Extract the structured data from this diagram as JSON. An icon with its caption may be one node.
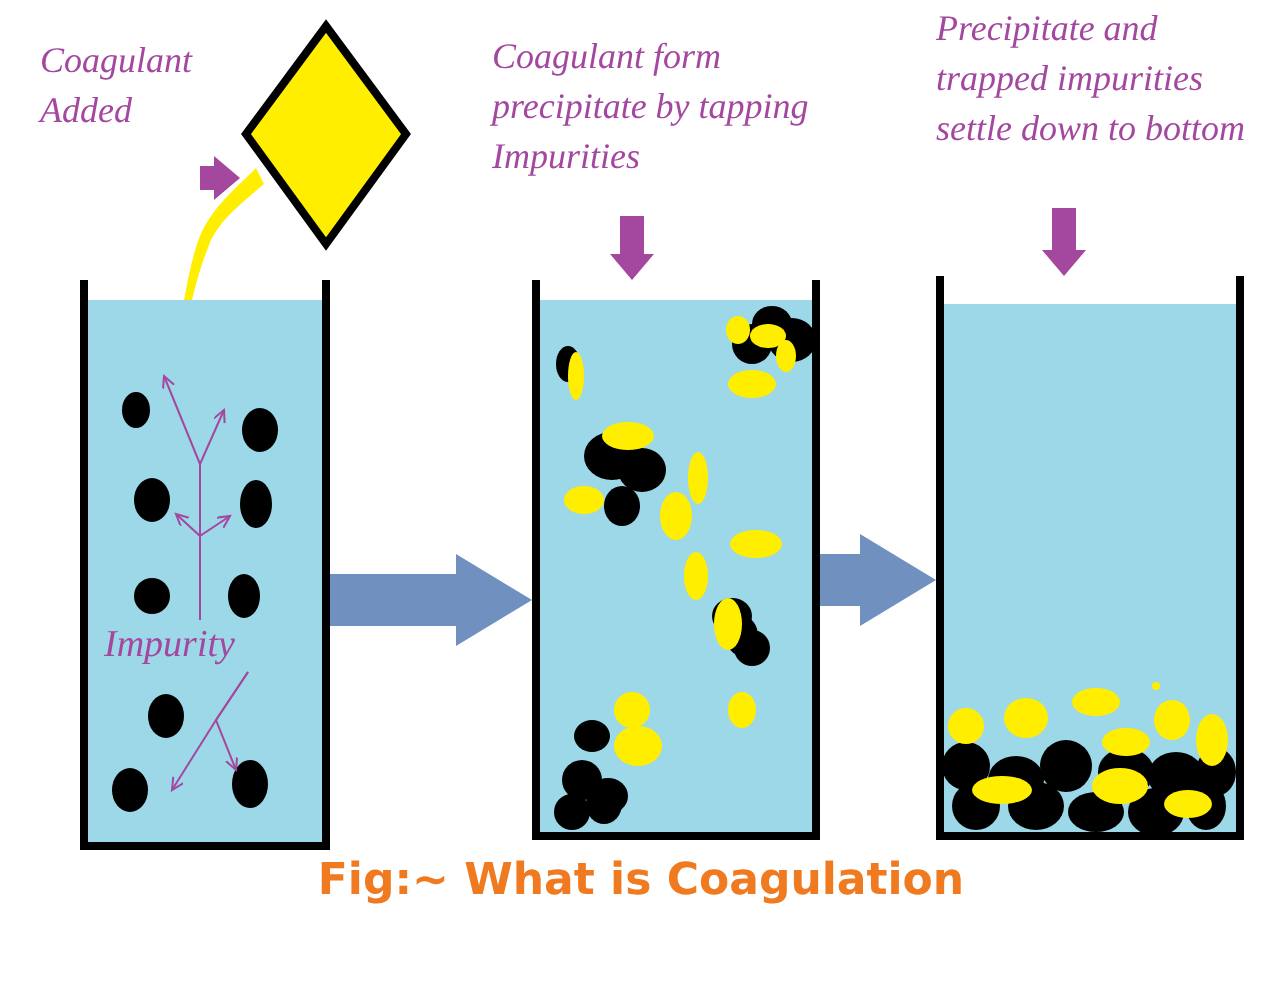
{
  "diagram": {
    "caption": "Fig:~ What is Coagulation",
    "nodes": [
      {
        "text": [
          "Coagulant Added"
        ]
      },
      {
        "text": [],
        "shape": "diamond"
      },
      {
        "text": [],
        "shape": "picture"
      },
      {
        "text": [
          "Impurity"
        ],
        "in": 2
      },
      {
        "text": [
          "Coagulant form precipitate by tapping Impurities"
        ]
      },
      {
        "text": [],
        "shape": "picture"
      },
      {
        "text": [
          "Precipitate and trapped impurities settle down to bottom"
        ]
      },
      {
        "text": [],
        "shape": "picture"
      }
    ],
    "edges": [
      {
        "from": 0,
        "to": 1,
        "arrow": "to"
      },
      {
        "from": 4,
        "to": 5,
        "arrow": "to"
      },
      {
        "from": 6,
        "to": 7,
        "arrow": "to"
      },
      {
        "from": 2,
        "to": 5,
        "arrow": "to",
        "style": "thick",
        "color": "#7090c0"
      },
      {
        "from": 5,
        "to": 7,
        "arrow": "to",
        "style": "thick",
        "color": "#7090c0"
      },
      {
        "from": 3,
        "to": null,
        "arrow": "to"
      },
      {
        "from": 3,
        "to": null,
        "arrow": "to"
      },
      {
        "from": 3,
        "to": null,
        "arrow": "to"
      },
      {
        "from": 3,
        "to": null,
        "arrow": "to"
      },
      {
        "from": 3,
        "to": null,
        "arrow": "to"
      },
      {
        "from": 3,
        "to": null,
        "arrow": "to"
      }
    ]
  }
}
